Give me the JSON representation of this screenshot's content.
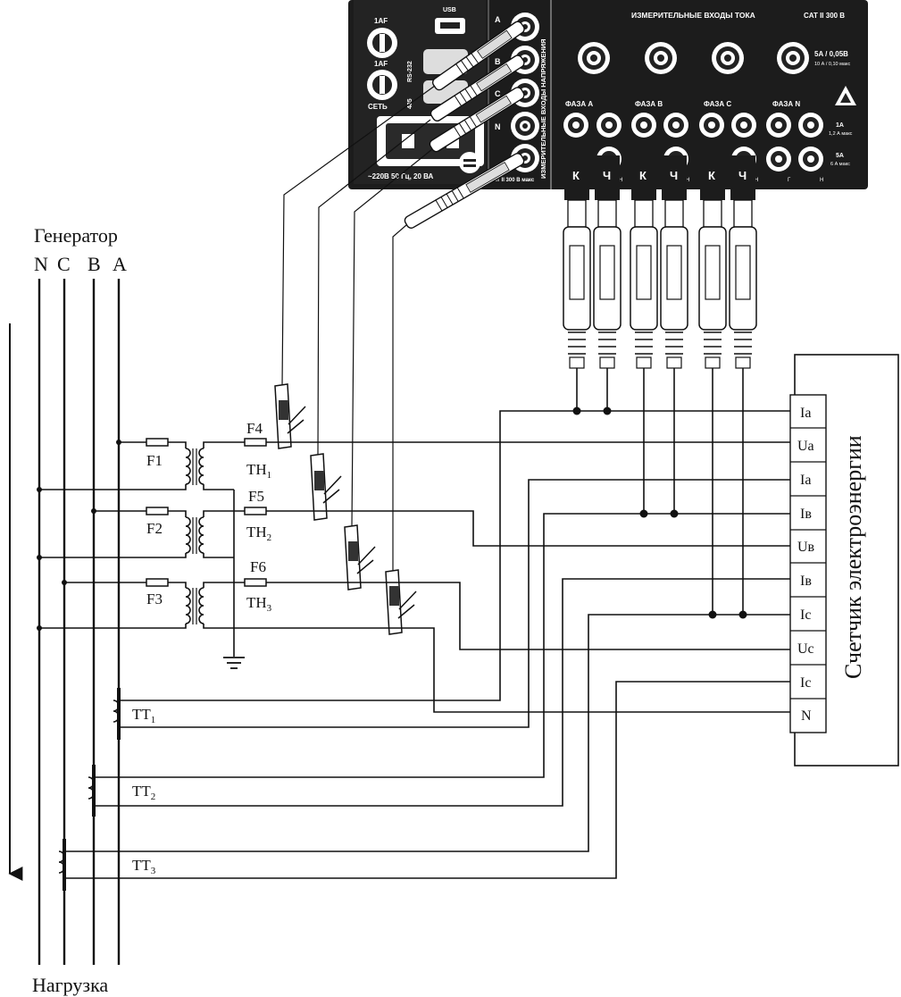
{
  "generator": {
    "title": "Генератор",
    "phases": [
      "N",
      "C",
      "B",
      "A"
    ]
  },
  "load_label": "Нагрузка",
  "fuses": [
    "F1",
    "F2",
    "F3",
    "F4",
    "F5",
    "F6"
  ],
  "voltage_transformers": [
    {
      "name": "TH",
      "index": "1"
    },
    {
      "name": "TH",
      "index": "2"
    },
    {
      "name": "TH",
      "index": "3"
    }
  ],
  "current_transformers": [
    {
      "name": "TT",
      "index": "1"
    },
    {
      "name": "TT",
      "index": "2"
    },
    {
      "name": "TT",
      "index": "3"
    }
  ],
  "meter": {
    "title": "Счетчик электроэнергии",
    "terminals": [
      "Ia",
      "Ua",
      "Ia",
      "Iв",
      "Uв",
      "Iв",
      "Ic",
      "Uc",
      "Ic",
      "N"
    ]
  },
  "device": {
    "fuse_labels": [
      "1AF",
      "1AF"
    ],
    "usb": "USB",
    "rs232": "RS-232",
    "rs485": "485",
    "mains": "СЕТЬ",
    "power_rating": "~220В 50 Гц, 20 ВА",
    "voltage_inputs_title": "ИЗМЕРИТЕЛЬНЫЕ ВХОДЫ НАПРЯЖЕНИЯ",
    "voltage_cat": "CAT II 300 В макс",
    "voltage_terminals": [
      "A",
      "B",
      "C",
      "N"
    ],
    "current_inputs_title": "ИЗМЕРИТЕЛЬНЫЕ ВХОДЫ ТОКА",
    "current_cat": "CAT II 300 В",
    "range_main": "5A / 0,05В",
    "range_sub": "10 А / 0,10 макс",
    "phase_labels": [
      "ФАЗА A",
      "ФАЗА B",
      "ФАЗА C",
      "ФАЗА N"
    ],
    "range_1a": "1A",
    "range_1a_sub": "1,2 А макс",
    "range_5a": "5A",
    "range_5a_sub": "6 А макс",
    "jack_marks": [
      "Н",
      "Н",
      "Н",
      "Г",
      "Н"
    ],
    "clamp_letters": [
      "К",
      "Ч",
      "К",
      "Ч",
      "К",
      "Ч"
    ]
  }
}
